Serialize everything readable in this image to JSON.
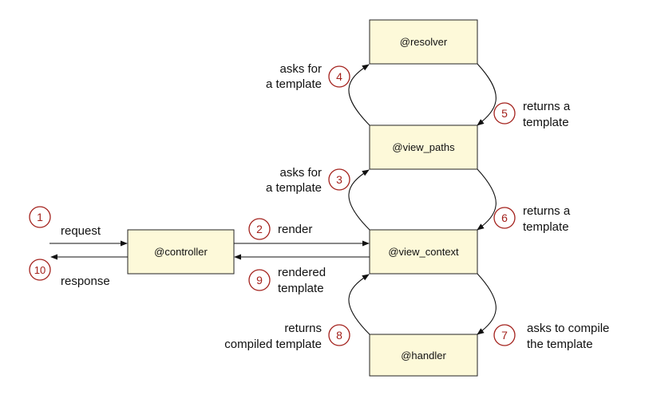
{
  "boxes": {
    "resolver": "@resolver",
    "view_paths": "@view_paths",
    "view_context": "@view_context",
    "controller": "@controller",
    "handler": "@handler"
  },
  "steps": [
    {
      "num": "1",
      "line1": "request",
      "line2": ""
    },
    {
      "num": "2",
      "line1": "render",
      "line2": ""
    },
    {
      "num": "3",
      "line1": "asks for",
      "line2": "a template"
    },
    {
      "num": "4",
      "line1": "asks for",
      "line2": "a template"
    },
    {
      "num": "5",
      "line1": "returns a",
      "line2": "template"
    },
    {
      "num": "6",
      "line1": "returns a",
      "line2": "template"
    },
    {
      "num": "7",
      "line1": "asks to compile",
      "line2": "the template"
    },
    {
      "num": "8",
      "line1": "returns",
      "line2": "compiled template"
    },
    {
      "num": "9",
      "line1": "rendered",
      "line2": "template"
    },
    {
      "num": "10",
      "line1": "response",
      "line2": ""
    }
  ],
  "colors": {
    "box_fill": "#fdf9d9",
    "badge": "#a3211c",
    "line": "#111111"
  }
}
